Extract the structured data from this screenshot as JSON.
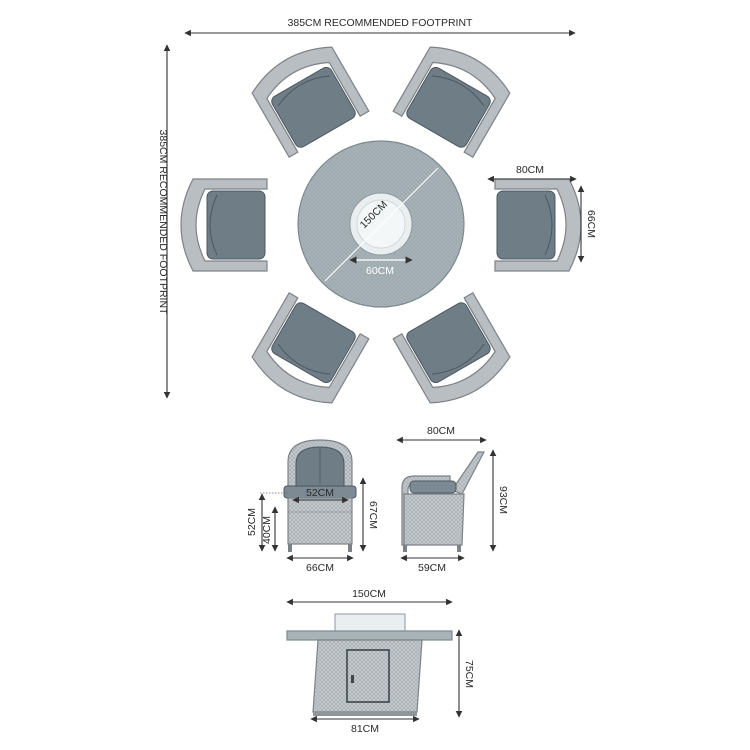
{
  "footprint": {
    "width_label": "385CM RECOMMENDED FOOTPRINT",
    "height_label": "385CM RECOMMENDED FOOTPRINT"
  },
  "table_top_view": {
    "diameter_label": "150CM",
    "firepit_label": "60CM"
  },
  "chair_top_view": {
    "depth_label": "80CM",
    "width_label": "66CM"
  },
  "chair_front_view": {
    "seat_width_label": "52CM",
    "seat_height_label": "40CM",
    "arm_height_label": "52CM",
    "back_height_label": "67CM",
    "width_label": "66CM"
  },
  "chair_side_view": {
    "depth_top_label": "80CM",
    "height_label": "93CM",
    "depth_bottom_label": "59CM"
  },
  "table_side_view": {
    "top_width_label": "150CM",
    "height_label": "75CM",
    "base_width_label": "81CM"
  },
  "colors": {
    "wicker": "#b9bec2",
    "cushion": "#6f7d86",
    "table_top": "#a7b3b7",
    "glass": "#e9eef0",
    "dimension_line": "#333333"
  }
}
